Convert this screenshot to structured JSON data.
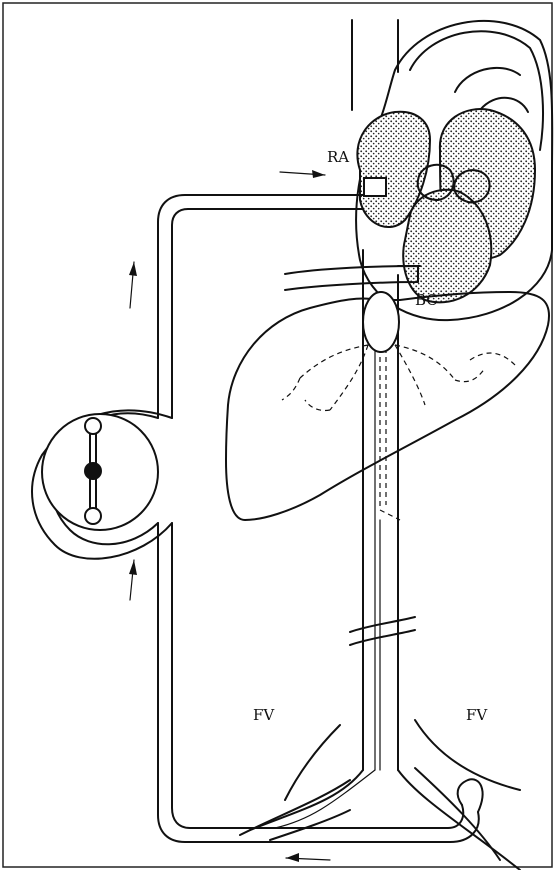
{
  "labels": {
    "right_atrium": "RA",
    "balloon_catheter": "BC",
    "femoral_vein_left": "FV",
    "femoral_vein_right": "FV"
  },
  "icons": [
    "pump-icon",
    "flow-arrow-icon"
  ]
}
